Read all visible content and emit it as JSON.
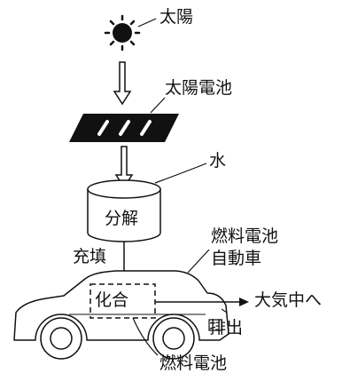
{
  "labels": {
    "sun": "太陽",
    "solar_cell": "太陽電池",
    "water": "水",
    "decomposition": "分解",
    "fuel_cell_vehicle_line1": "燃料電池",
    "fuel_cell_vehicle_line2": "自動車",
    "refill": "充填",
    "combination": "化合",
    "to_atmosphere": "大気中へ",
    "exhaust": "排出",
    "fuel_cell": "燃料電池"
  }
}
